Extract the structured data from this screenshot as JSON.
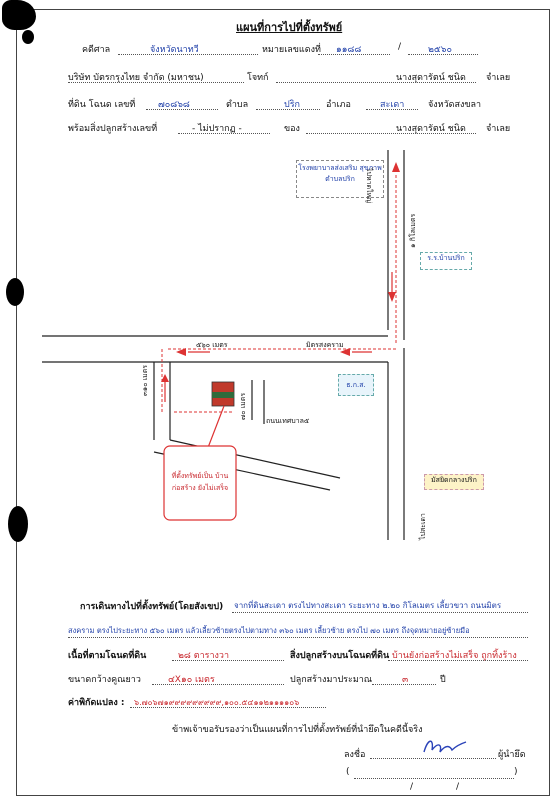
{
  "title": "แผนที่การไปที่ตั้งทรัพย์",
  "header": {
    "r1": {
      "l1": "คดีศาล",
      "v1": "จังหวัดนาทวี",
      "l2": "หมายเลขแดงที่",
      "v2": "๑๑๘๘",
      "sep": "/",
      "v3": "๒๕๖๐"
    },
    "r2": {
      "v1": "บริษัท บัตรกรุงไทย จำกัด (มหาชน)",
      "l2": "โจทก์",
      "v2": "นางสุดารัตน์ ชนิด",
      "l3": "จำเลย"
    },
    "r3": {
      "l1": "ที่ดิน โฉนด เลขที่",
      "v1": "๗๐๘๖๘",
      "l2": "ตำบล",
      "v2": "ปริก",
      "l3": "อำเภอ",
      "v3": "สะเดา",
      "l4": "จังหวัดสงขลา"
    },
    "r4": {
      "l1": "พร้อมสิ่งปลูกสร้างเลขที่",
      "v1": "- ไม่ปรากฏ -",
      "l2": "ของ",
      "v2": "นางสุดารัตน์ ชนิด",
      "l3": "จำเลย"
    }
  },
  "map": {
    "hospital": "โรงพยาบาลส่งเสริม สุขภาพตำบลปริก",
    "to_hatyai": "ไปหาดใหญ่",
    "km_label": "๑ กิโลเมตร",
    "school": "ร.ร.บ้านปริก",
    "dist_560": "๕๖๐ เมตร",
    "mittrasongkram": "มิตรสงคราม",
    "baac": "ธ.ก.ส.",
    "dist_310": "๓๑๐ เมตร",
    "dist_70": "๗๐ เมตร",
    "road_thetsaban": "ถนนเทศบาล๕",
    "callout": "ที่ตั้งทรัพย์เป็น บ้านก่อสร้าง ยังไม่เสร็จ",
    "mosque": "มัสยิดกลางปริก",
    "to_sadao": "ไปสะเดา"
  },
  "footer": {
    "route_label": "การเดินทางไปที่ตั้งทรัพย์(โดยสังเขป)",
    "route_text_1": "จากที่ดินสะเดา ตรงไปทางสะเดา ระยะทาง ๒.๒๐ กิโลเมตร เลี้ยวขวา ถนนมิตร",
    "route_text_2": "สงคราม ตรงไประยะทาง ๕๖๐ เมตร แล้วเลี้ยวซ้ายตรงไปตามทาง ๓๖๐ เมตร เลี้ยวซ้าย ตรงไป ๗๐ เมตร ถึงจุดหมายอยู่ซ้ายมือ",
    "area_label": "เนื้อที่ตามโฉนดที่ดิน",
    "area_value": "๒๘ ตารางวา",
    "building_label": "สิ่งปลูกสร้างบนโฉนดที่ดิน",
    "building_value": "บ้านยังก่อสร้างไม่เสร็จ ถูกทิ้งร้าง",
    "size_label": "ขนาดกว้างคูณยาว",
    "size_value": "๔X๑๐ เมตร",
    "built_label": "ปลูกสร้างมาประมาณ",
    "built_value": "๓",
    "built_unit": "ปี",
    "coord_label": "ค่าพิกัดแปลง :",
    "coord_value": "๖.๗๐๖๗๑๙๙๙๙๙๙๙๙๙,๑๐๐.๕๔๑๑๒๑๑๑๑๐๖",
    "certify": "ข้าพเจ้าขอรับรองว่าเป็นแผนที่การไปที่ตั้งทรัพย์ที่นำยึดในคดีนี้จริง",
    "sign_label": "ลงชื่อ",
    "sign_role": "ผู้นำยึด"
  }
}
